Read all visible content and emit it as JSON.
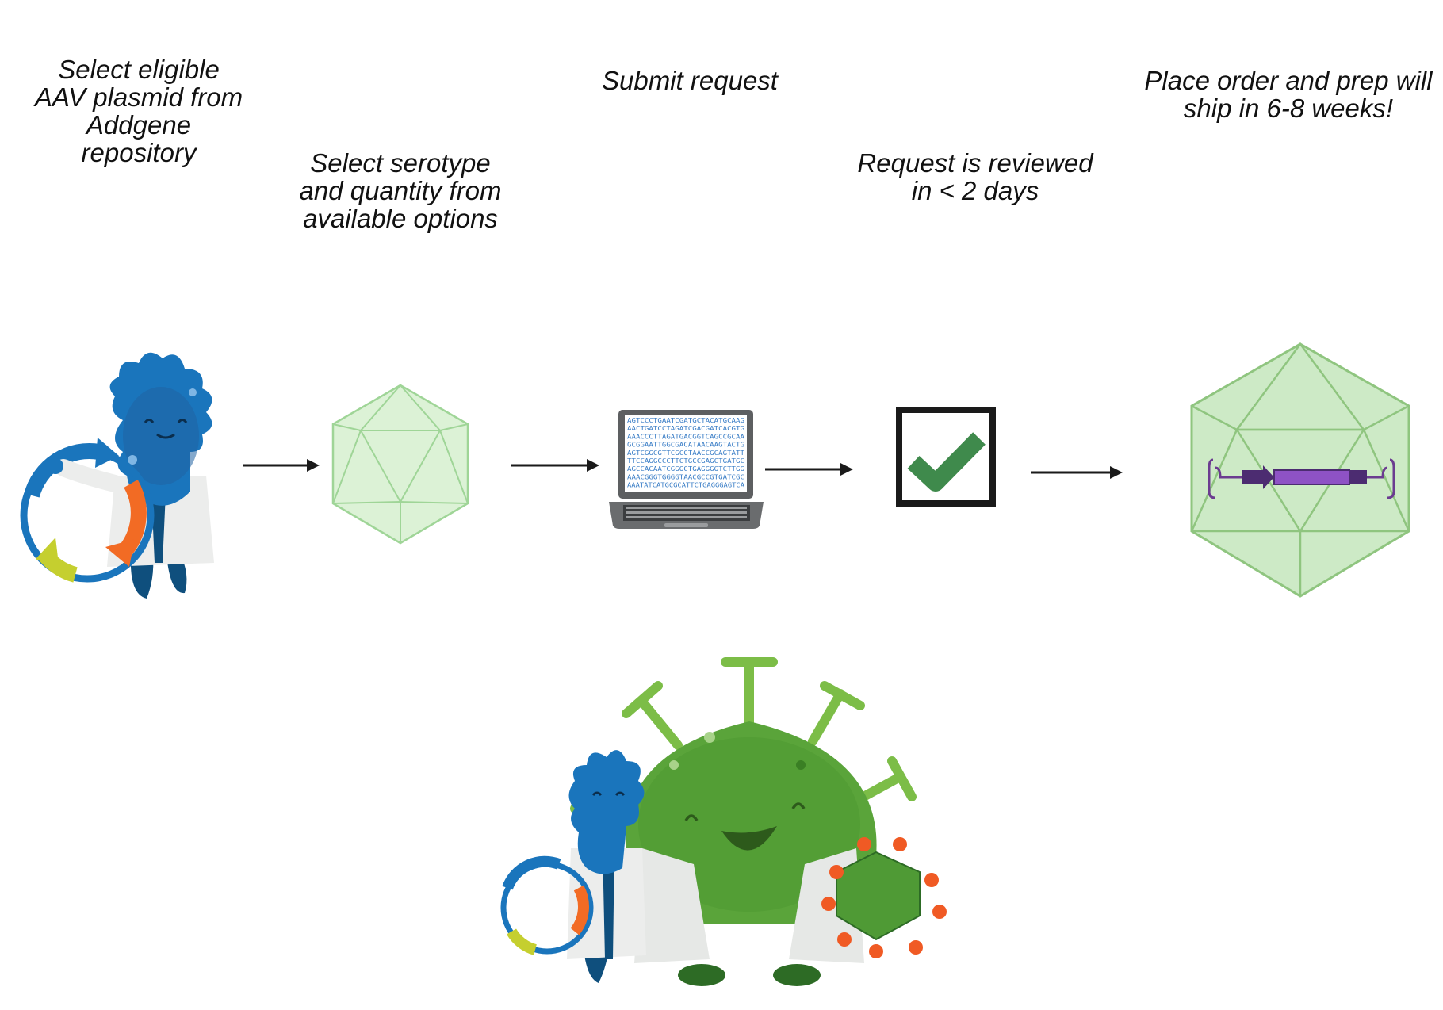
{
  "steps": [
    {
      "label": "Select eligible\nAAV plasmid from\nAddgene\nrepository",
      "icon": "scientist-plasmid-icon"
    },
    {
      "label": "Select serotype\nand quantity from\navailable options",
      "icon": "capsid-icon"
    },
    {
      "label": "Submit request",
      "icon": "laptop-icon"
    },
    {
      "label": "Request is reviewed\nin < 2 days",
      "icon": "checkmark-icon"
    },
    {
      "label": "Place order and prep will\nship in 6-8 weeks!",
      "icon": "packaged-capsid-icon"
    }
  ],
  "laptop_screen_lines": [
    "AGTCCCTGAATCGATGCTACATGCAAG",
    "AACTGATCCTAGATCGACGATCACGTG",
    "AAACCCTTAGATGACGGTCAGCCGCAA",
    "GCGGAATTGGCGACATAACAAGTACTG",
    "AGTCGGCGTTCGCCTAACCGCAGTATT",
    "TTCCAGGCCCTTCTGCCGAGCTGATGC",
    "AGCCACAATCGGGCTGAGGGGTCTTGG",
    "AAACGGGTGGGGTAACGCCGTGATCGC",
    "AAATATCATGCGCATTCTGAGGGAGTCA"
  ],
  "colors": {
    "capsid_green": "#8fc57f",
    "capsid_fill": "#cdeac6",
    "check_green": "#3f8a4c",
    "mascot_blue": "#1a75bc",
    "mascot_dark": "#0f4f7d",
    "virus_green": "#5aa43a",
    "insert_purple": "#8e52c5",
    "arrow": "#1a1a1a"
  }
}
